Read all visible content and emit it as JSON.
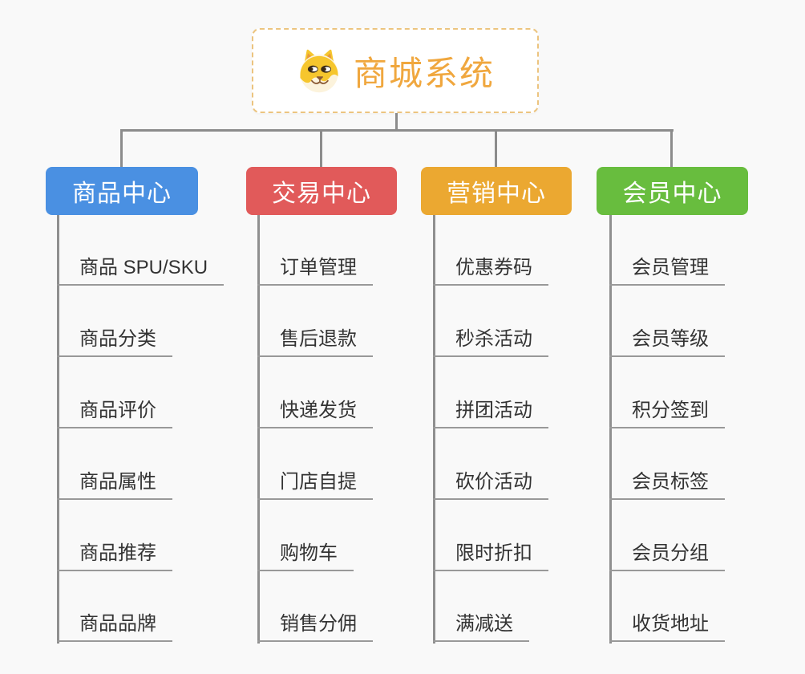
{
  "page": {
    "background_color": "#f9f9f9",
    "connector_color": "#8c8c8c",
    "underline_color": "#999999",
    "leaf_text_color": "#333333"
  },
  "root": {
    "label": "商城系统",
    "icon": "shiba-dog-icon",
    "text_color": "#f0a73e",
    "border_color": "#ecc47f"
  },
  "branches": [
    {
      "label": "商品中心",
      "color": "#4a90e2",
      "items": [
        "商品 SPU/SKU",
        "商品分类",
        "商品评价",
        "商品属性",
        "商品推荐",
        "商品品牌"
      ]
    },
    {
      "label": "交易中心",
      "color": "#e15a5a",
      "items": [
        "订单管理",
        "售后退款",
        "快递发货",
        "门店自提",
        "购物车",
        "销售分佣"
      ]
    },
    {
      "label": "营销中心",
      "color": "#eba831",
      "items": [
        "优惠券码",
        "秒杀活动",
        "拼团活动",
        "砍价活动",
        "限时折扣",
        "满减送"
      ]
    },
    {
      "label": "会员中心",
      "color": "#68bd3e",
      "items": [
        "会员管理",
        "会员等级",
        "积分签到",
        "会员标签",
        "会员分组",
        "收货地址"
      ]
    }
  ]
}
